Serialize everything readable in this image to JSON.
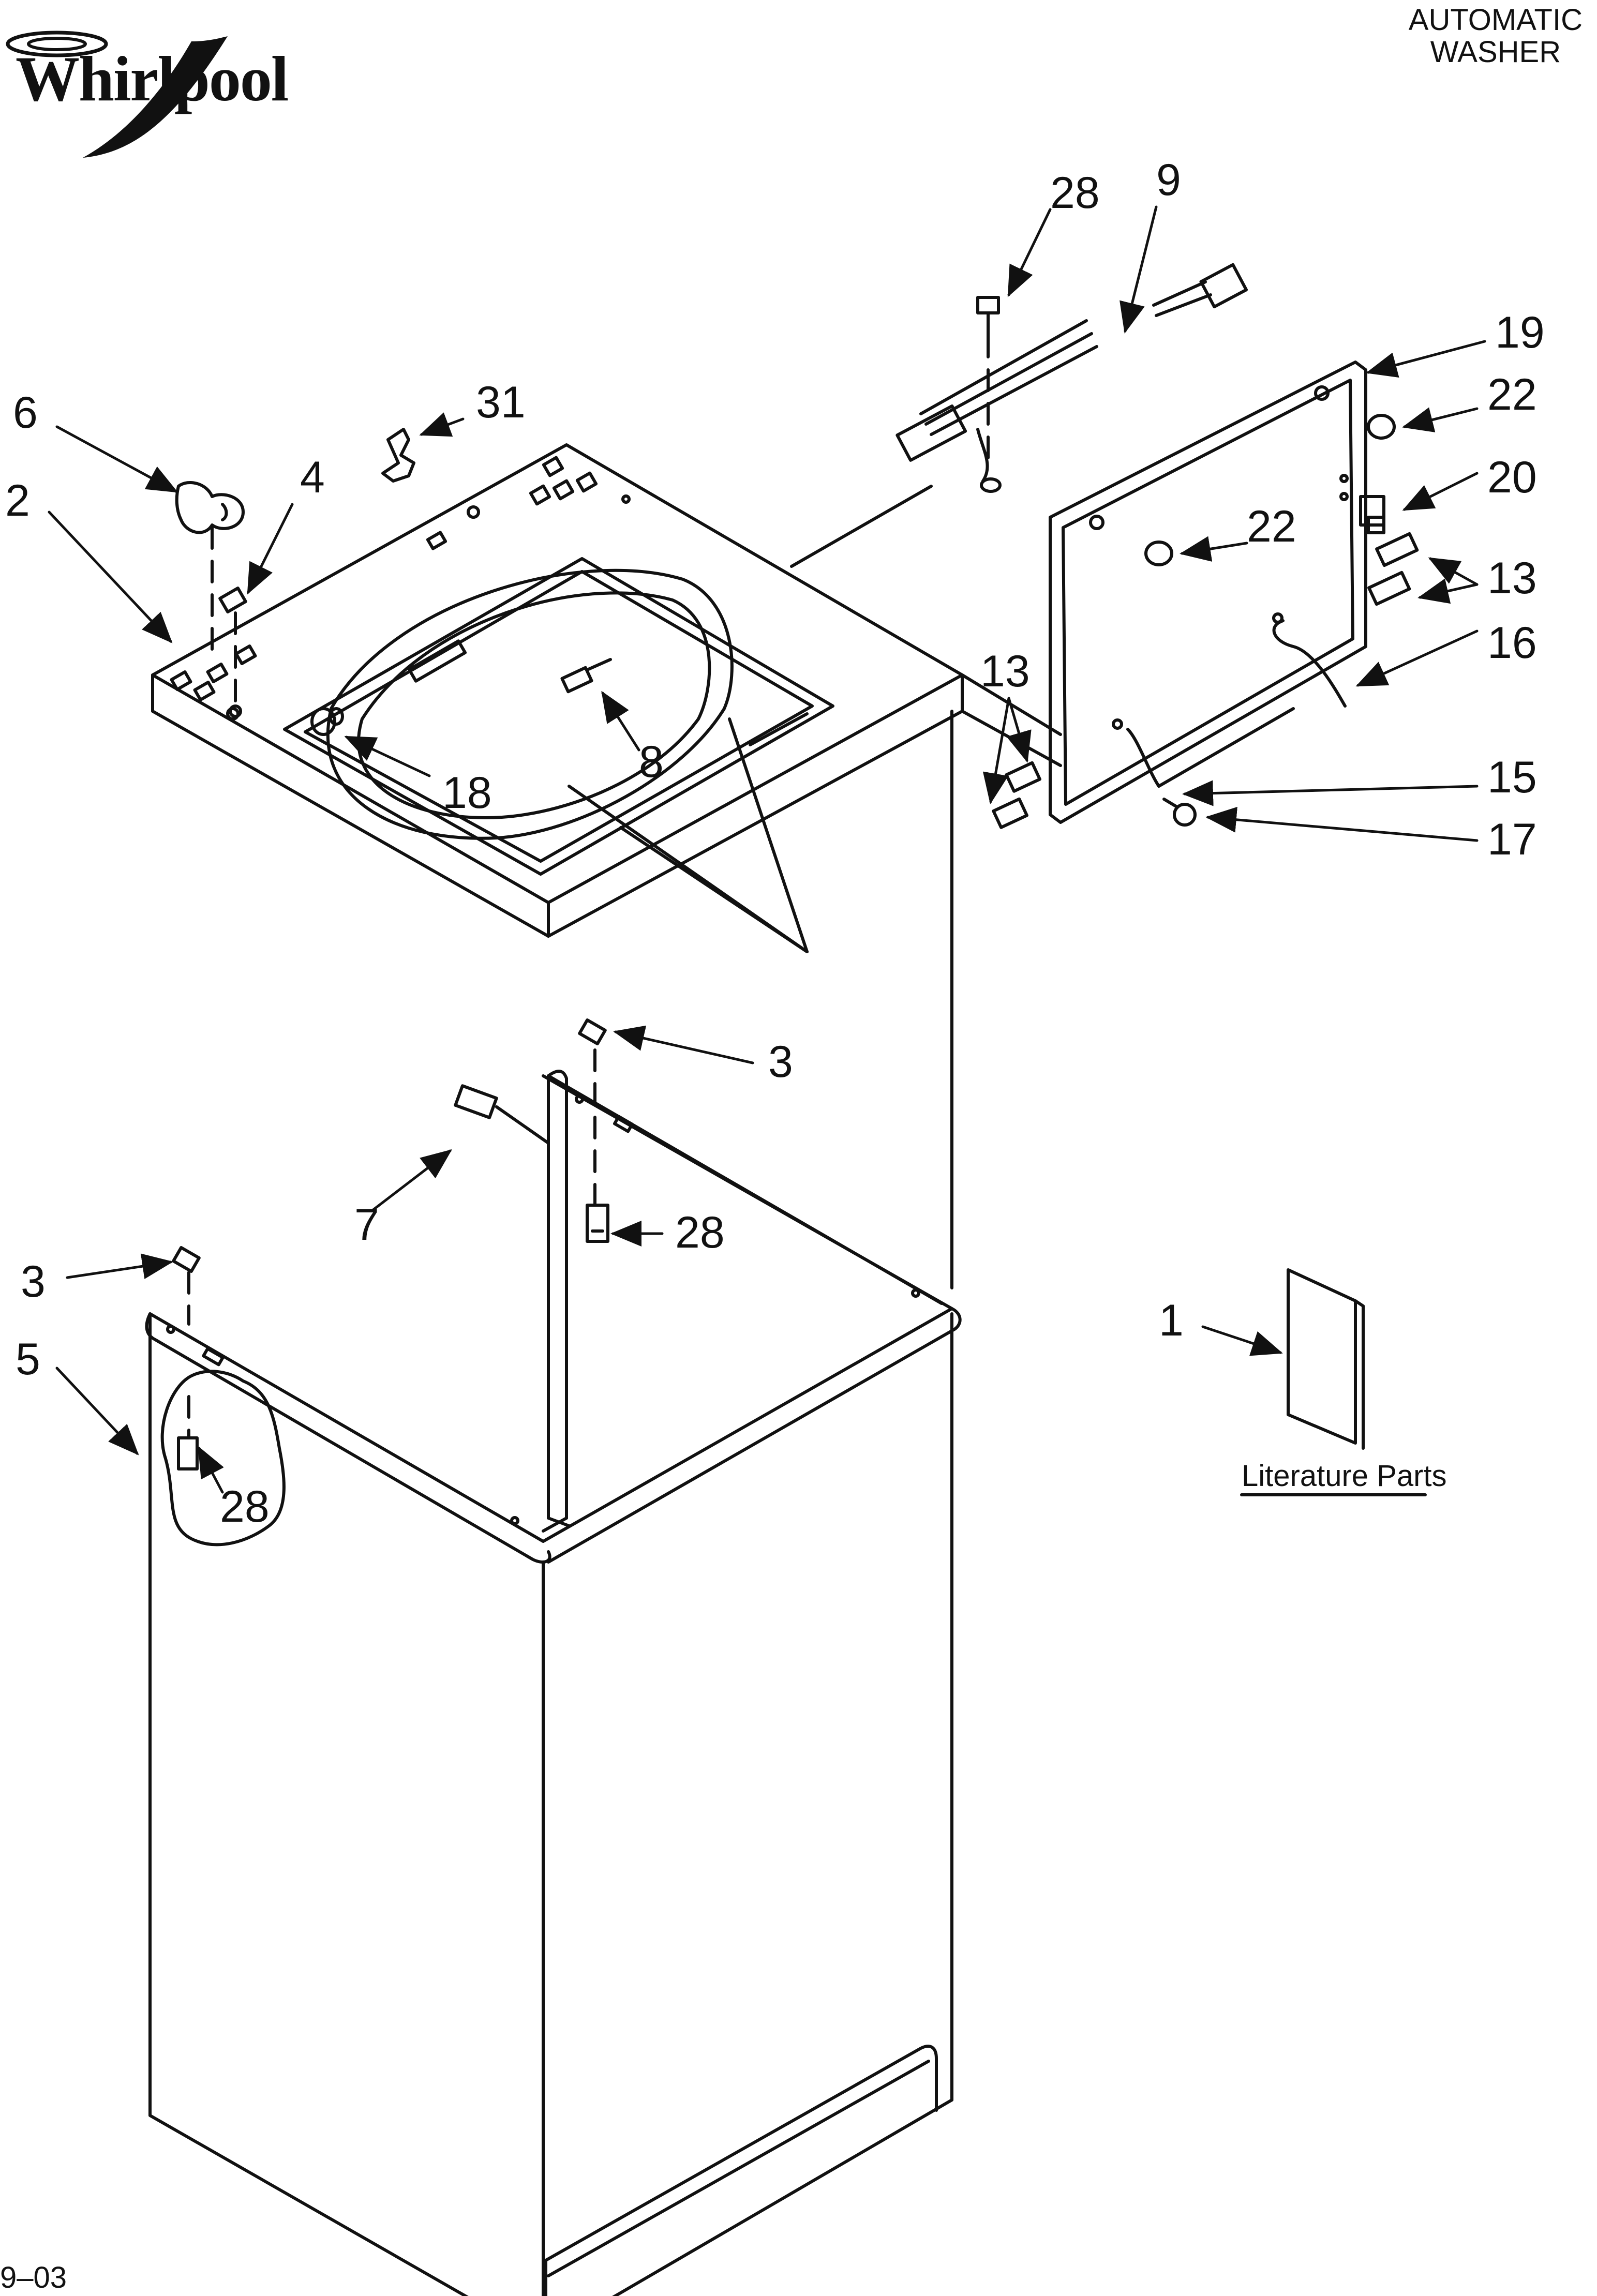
{
  "header": {
    "brand": "Whirlpool",
    "title_line1": "AUTOMATIC",
    "title_line2": "WASHER"
  },
  "footer": {
    "code": "9–03"
  },
  "literature": {
    "label": "Literature Parts"
  },
  "callouts": {
    "c1": "1",
    "c2": "2",
    "c3a": "3",
    "c3b": "3",
    "c4": "4",
    "c5": "5",
    "c6": "6",
    "c7": "7",
    "c8": "8",
    "c9": "9",
    "c13a": "13",
    "c13b": "13",
    "c15": "15",
    "c16": "16",
    "c17": "17",
    "c18": "18",
    "c19": "19",
    "c20": "20",
    "c22a": "22",
    "c22b": "22",
    "c28a": "28",
    "c28b": "28",
    "c28c": "28",
    "c31": "31"
  },
  "colors": {
    "line": "#111111",
    "background": "#ffffff"
  }
}
